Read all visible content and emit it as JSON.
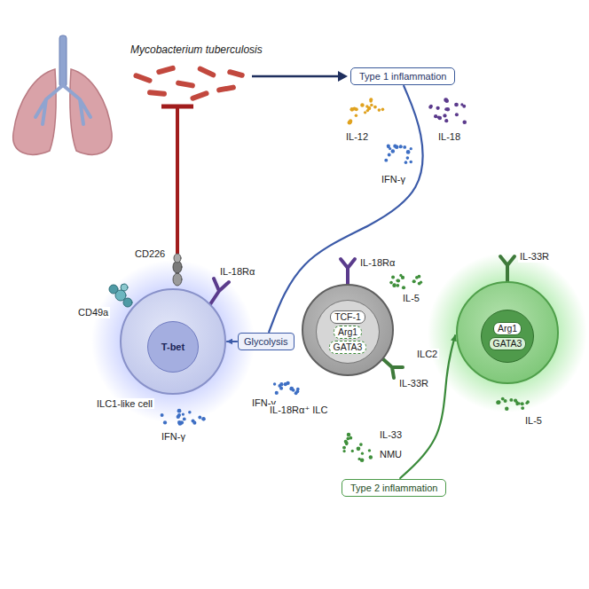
{
  "diagram": {
    "nodes": [
      {
        "text": [
          "Type 1 inflammation"
        ]
      },
      {
        "text": [
          "ILC1-like cell"
        ]
      },
      {
        "text": [
          "T-bet"
        ],
        "in": 1
      },
      {
        "text": [
          "Glycolysis"
        ]
      },
      {
        "text": [
          "IL-18Rα⁺ ILC"
        ]
      },
      {
        "text": [
          "TCF-1",
          "Arg1",
          "GATA3"
        ],
        "in": 4
      },
      {
        "text": [
          "ILC2"
        ]
      },
      {
        "text": [
          "Arg1",
          "GATA3"
        ],
        "in": 6
      },
      {
        "text": [
          "Type 2 inflammation"
        ]
      }
    ],
    "edges": [
      {
        "from": 0,
        "to": 3,
        "arrow": "none"
      },
      {
        "from": 3,
        "to": 1,
        "arrow": "to"
      },
      {
        "from": 8,
        "to": 6,
        "arrow": "to"
      }
    ],
    "labels": [
      "Mycobacterium tuberculosis",
      "IL-12",
      "IL-18",
      "IFN-γ",
      "CD226",
      "CD49a",
      "IL-18Rα",
      "IFN-γ",
      "IL-18Rα",
      "IL-5",
      "IFN-γ",
      "IL-33R",
      "IL-33R",
      "IL-5",
      "IL-33",
      "NMU"
    ]
  }
}
